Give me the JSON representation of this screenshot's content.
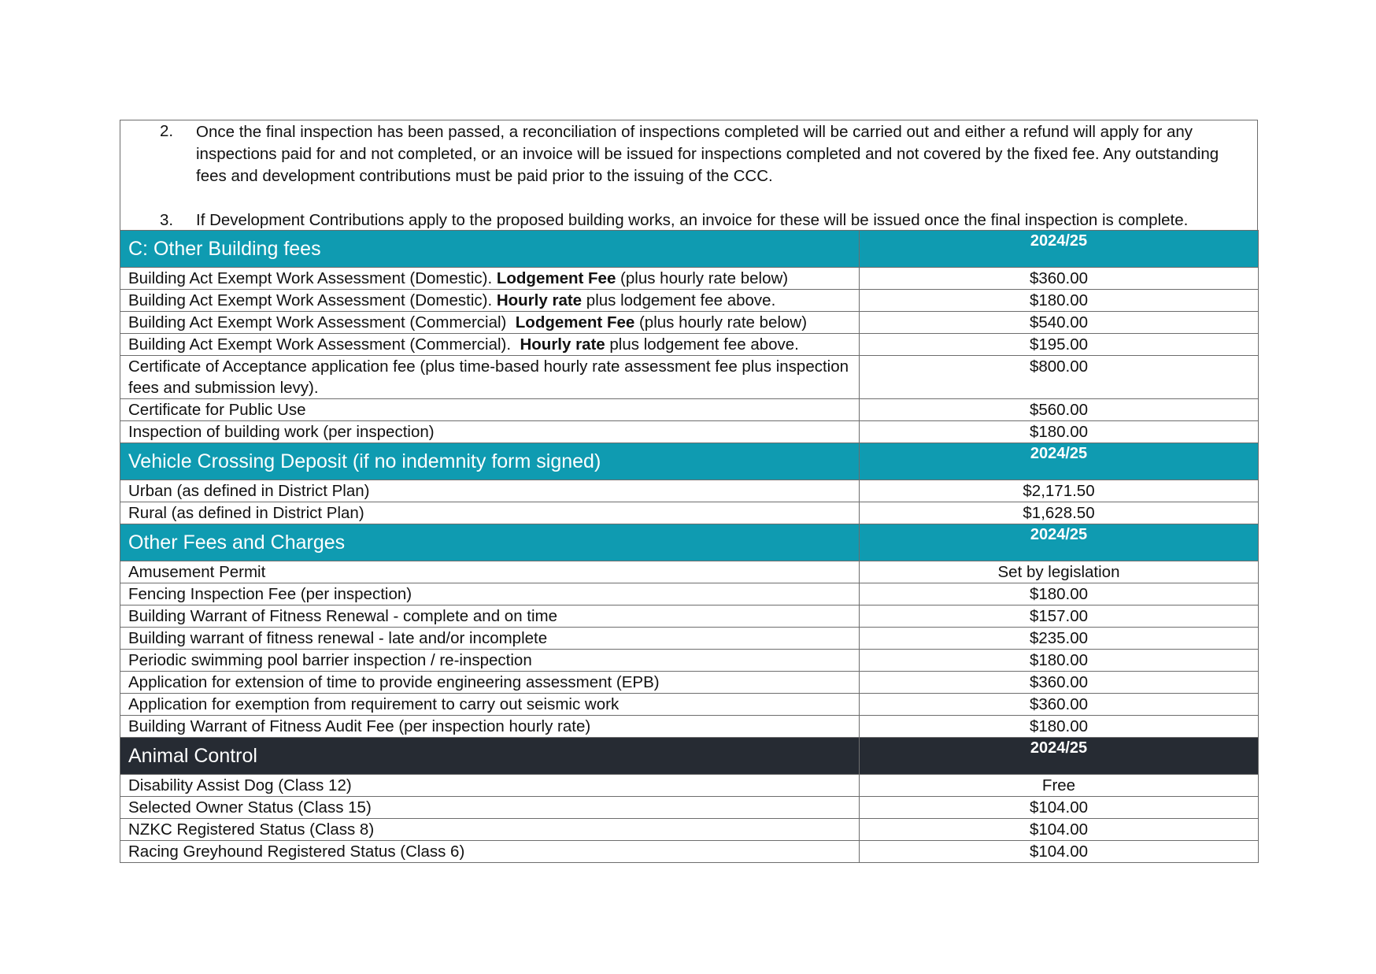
{
  "notes": [
    {
      "num": "2.",
      "text": "Once the final inspection has been passed, a reconciliation of inspections completed will be carried out and either a refund will apply for any inspections paid for and not completed, or an invoice will be issued for inspections completed and not covered by the fixed fee. Any outstanding fees and development contributions must be paid prior to the issuing of the CCC."
    },
    {
      "num": "3.",
      "text": "If Development Contributions apply to the proposed building works, an invoice for these will be issued once the final inspection is complete."
    }
  ],
  "sections": [
    {
      "title": "C: Other Building fees",
      "year": "2024/25",
      "style": "teal",
      "rows": [
        {
          "pre": "Building Act Exempt Work Assessment (Domestic). ",
          "bold": "Lodgement Fee",
          "post": " (plus hourly rate below)",
          "fee": "$360.00"
        },
        {
          "pre": "Building Act Exempt Work Assessment (Domestic). ",
          "bold": "Hourly rate",
          "post": " plus lodgement fee above.",
          "fee": "$180.00"
        },
        {
          "pre": "Building Act Exempt Work Assessment (Commercial)  ",
          "bold": "Lodgement Fee",
          "post": " (plus hourly rate below)",
          "fee": "$540.00"
        },
        {
          "pre": "Building Act Exempt Work Assessment (Commercial).  ",
          "bold": "Hourly rate",
          "post": " plus lodgement fee above.",
          "fee": "$195.00"
        },
        {
          "pre": "Certificate of Acceptance application fee (plus time-based hourly rate assessment fee plus inspection fees and submission levy).",
          "bold": "",
          "post": "",
          "fee": "$800.00",
          "tall": true
        },
        {
          "pre": "Certificate for Public Use",
          "bold": "",
          "post": "",
          "fee": "$560.00"
        },
        {
          "pre": "Inspection of building work (per inspection)",
          "bold": "",
          "post": "",
          "fee": "$180.00"
        }
      ]
    },
    {
      "title": "Vehicle Crossing Deposit (if no indemnity form signed)",
      "year": "2024/25",
      "style": "teal",
      "rows": [
        {
          "pre": "Urban (as defined in District Plan)",
          "bold": "",
          "post": "",
          "fee": "$2,171.50"
        },
        {
          "pre": "Rural (as defined in District Plan)",
          "bold": "",
          "post": "",
          "fee": "$1,628.50"
        }
      ]
    },
    {
      "title": "Other Fees and Charges",
      "year": "2024/25",
      "style": "teal",
      "rows": [
        {
          "pre": "Amusement Permit",
          "bold": "",
          "post": "",
          "fee": "Set by legislation"
        },
        {
          "pre": "Fencing Inspection Fee (per inspection)",
          "bold": "",
          "post": "",
          "fee": "$180.00"
        },
        {
          "pre": "Building Warrant of Fitness Renewal - complete and on time",
          "bold": "",
          "post": "",
          "fee": "$157.00"
        },
        {
          "pre": "Building warrant of fitness renewal - late and/or incomplete",
          "bold": "",
          "post": "",
          "fee": "$235.00"
        },
        {
          "pre": "Periodic swimming pool barrier inspection / re-inspection",
          "bold": "",
          "post": "",
          "fee": "$180.00"
        },
        {
          "pre": "Application for extension of time to provide engineering assessment (EPB)",
          "bold": "",
          "post": "",
          "fee": "$360.00"
        },
        {
          "pre": "Application for exemption from requirement to carry out seismic work",
          "bold": "",
          "post": "",
          "fee": "$360.00"
        },
        {
          "pre": "Building Warrant of Fitness Audit Fee (per inspection hourly rate)",
          "bold": "",
          "post": "",
          "fee": "$180.00"
        }
      ]
    },
    {
      "title": "Animal Control",
      "year": "2024/25",
      "style": "dark",
      "rows": [
        {
          "pre": "Disability Assist Dog (Class 12)",
          "bold": "",
          "post": "",
          "fee": "Free"
        },
        {
          "pre": "Selected Owner Status (Class 15)",
          "bold": "",
          "post": "",
          "fee": "$104.00"
        },
        {
          "pre": "NZKC Registered Status (Class 8)",
          "bold": "",
          "post": "",
          "fee": "$104.00"
        },
        {
          "pre": "Racing Greyhound Registered Status (Class 6)",
          "bold": "",
          "post": "",
          "fee": "$104.00"
        }
      ]
    }
  ],
  "colors": {
    "teal_header": "#0f9bb1",
    "dark_header": "#262b33",
    "border": "#6d6d6d"
  }
}
